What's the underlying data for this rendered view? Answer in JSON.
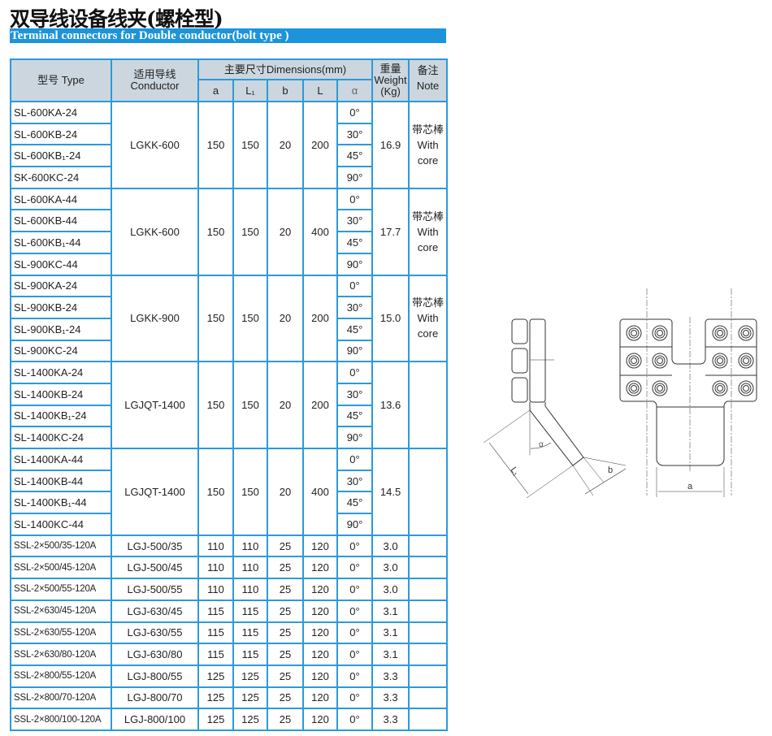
{
  "title": "双导线设备线夹(螺栓型)",
  "subtitle": "Terminal connectors for Double conductor(bolt type )",
  "header": {
    "type": "型号 Type",
    "conductor_cn": "适用导线",
    "conductor_en": "Conductor",
    "dimensions": "主要尺寸Dimensions(mm)",
    "a": "a",
    "L1": "L₁",
    "b": "b",
    "L": "L",
    "alpha": "α",
    "weight_cn": "重量",
    "weight_en": "Weight",
    "weight_unit": "(Kg)",
    "note_cn": "备注",
    "note_en": "Note"
  },
  "groups": [
    {
      "types": [
        "SL-600KA-24",
        "SL-600KB-24",
        "SL-600KB₁-24",
        "SK-600KC-24"
      ],
      "alphas": [
        "0°",
        "30°",
        "45°",
        "90°"
      ],
      "conductor": "LGKK-600",
      "a": "150",
      "L1": "150",
      "b": "20",
      "L": "200",
      "weight": "16.9",
      "note": [
        "带芯棒",
        "With",
        "core"
      ]
    },
    {
      "types": [
        "SL-600KA-44",
        "SL-600KB-44",
        "SL-600KB₁-44",
        "SL-900KC-44"
      ],
      "alphas": [
        "0°",
        "30°",
        "45°",
        "90°"
      ],
      "conductor": "LGKK-600",
      "a": "150",
      "L1": "150",
      "b": "20",
      "L": "400",
      "weight": "17.7",
      "note": [
        "带芯棒",
        "With",
        "core"
      ]
    },
    {
      "types": [
        "SL-900KA-24",
        "SL-900KB-24",
        "SL-900KB₁-24",
        "SL-900KC-24"
      ],
      "alphas": [
        "0°",
        "30°",
        "45°",
        "90°"
      ],
      "conductor": "LGKK-900",
      "a": "150",
      "L1": "150",
      "b": "20",
      "L": "200",
      "weight": "15.0",
      "note": [
        "带芯棒",
        "With",
        "core"
      ]
    },
    {
      "types": [
        "SL-1400KA-24",
        "SL-1400KB-24",
        "SL-1400KB₁-24",
        "SL-1400KC-24"
      ],
      "alphas": [
        "0°",
        "30°",
        "45°",
        "90°"
      ],
      "conductor": "LGJQT-1400",
      "a": "150",
      "L1": "150",
      "b": "20",
      "L": "200",
      "weight": "13.6",
      "note": []
    },
    {
      "types": [
        "SL-1400KA-44",
        "SL-1400KB-44",
        "SL-1400KB₁-44",
        "SL-1400KC-44"
      ],
      "alphas": [
        "0°",
        "30°",
        "45°",
        "90°"
      ],
      "conductor": "LGJQT-1400",
      "a": "150",
      "L1": "150",
      "b": "20",
      "L": "400",
      "weight": "14.5",
      "note": []
    }
  ],
  "rows": [
    {
      "type": "SSL-2×500/35-120A",
      "conductor": "LGJ-500/35",
      "a": "110",
      "L1": "110",
      "b": "25",
      "L": "120",
      "alpha": "0°",
      "weight": "3.0"
    },
    {
      "type": "SSL-2×500/45-120A",
      "conductor": "LGJ-500/45",
      "a": "110",
      "L1": "110",
      "b": "25",
      "L": "120",
      "alpha": "0°",
      "weight": "3.0"
    },
    {
      "type": "SSL-2×500/55-120A",
      "conductor": "LGJ-500/55",
      "a": "110",
      "L1": "110",
      "b": "25",
      "L": "120",
      "alpha": "0°",
      "weight": "3.0"
    },
    {
      "type": "SSL-2×630/45-120A",
      "conductor": "LGJ-630/45",
      "a": "115",
      "L1": "115",
      "b": "25",
      "L": "120",
      "alpha": "0°",
      "weight": "3.1"
    },
    {
      "type": "SSL-2×630/55-120A",
      "conductor": "LGJ-630/55",
      "a": "115",
      "L1": "115",
      "b": "25",
      "L": "120",
      "alpha": "0°",
      "weight": "3.1"
    },
    {
      "type": "SSL-2×630/80-120A",
      "conductor": "LGJ-630/80",
      "a": "115",
      "L1": "115",
      "b": "25",
      "L": "120",
      "alpha": "0°",
      "weight": "3.1"
    },
    {
      "type": "SSL-2×800/55-120A",
      "conductor": "LGJ-800/55",
      "a": "125",
      "L1": "125",
      "b": "25",
      "L": "120",
      "alpha": "0°",
      "weight": "3.3"
    },
    {
      "type": "SSL-2×800/70-120A",
      "conductor": "LGJ-800/70",
      "a": "125",
      "L1": "125",
      "b": "25",
      "L": "120",
      "alpha": "0°",
      "weight": "3.3"
    },
    {
      "type": "SSL-2×800/100-120A",
      "conductor": "LGJ-800/100",
      "a": "125",
      "L1": "125",
      "b": "25",
      "L": "120",
      "alpha": "0°",
      "weight": "3.3"
    }
  ],
  "drawing": {
    "alpha": "α",
    "L1": "L₁",
    "b": "b",
    "a": "a"
  },
  "colors": {
    "accent": "#1b94db",
    "border": "#2c9ad9",
    "header_bg": "#cbd6de"
  }
}
